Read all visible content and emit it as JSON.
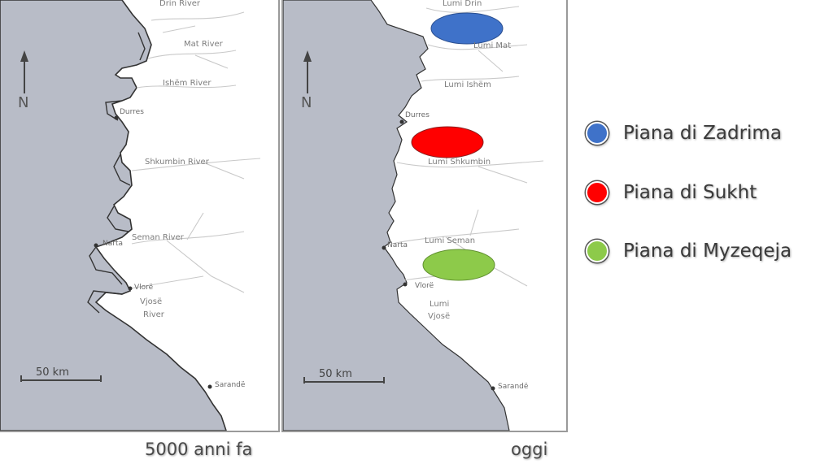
{
  "colors": {
    "sea": "#b8bcc7",
    "zadrima": "#3f72c9",
    "sukht": "#ff0000",
    "myzeqeja": "#8dca4a"
  },
  "map_past": {
    "caption": "5000 anni fa",
    "north": "N",
    "scale": "50 km",
    "labels": {
      "drin": "Drin River",
      "mat": "Mat River",
      "ishem": "Ishëm River",
      "durres": "Durres",
      "shkumbin": "Shkumbin River",
      "narta": "Narta",
      "seman": "Seman River",
      "vlore": "Vlorë",
      "vjose": "Vjosë",
      "river": "River",
      "sarande": "Sarandë"
    }
  },
  "map_today": {
    "caption": "oggi",
    "north": "N",
    "scale": "50 km",
    "labels": {
      "drin": "Lumi Drin",
      "mat": "Lumi Mat",
      "ishem": "Lumi Ishëm",
      "durres": "Durres",
      "shkumbin": "Lumi Shkumbin",
      "narta": "Narta",
      "seman": "Lumi Seman",
      "vlore": "Vlorë",
      "lumi": "Lumi",
      "vjose": "Vjosë",
      "sarande": "Sarandë"
    }
  },
  "legend": {
    "items": [
      {
        "name": "zadrima",
        "label": "Piana di Zadrima",
        "color": "#3f72c9"
      },
      {
        "name": "sukht",
        "label": "Piana di Sukht",
        "color": "#ff0000"
      },
      {
        "name": "myzeqeja",
        "label": "Piana di Myzeqeja",
        "color": "#8dca4a"
      }
    ]
  }
}
